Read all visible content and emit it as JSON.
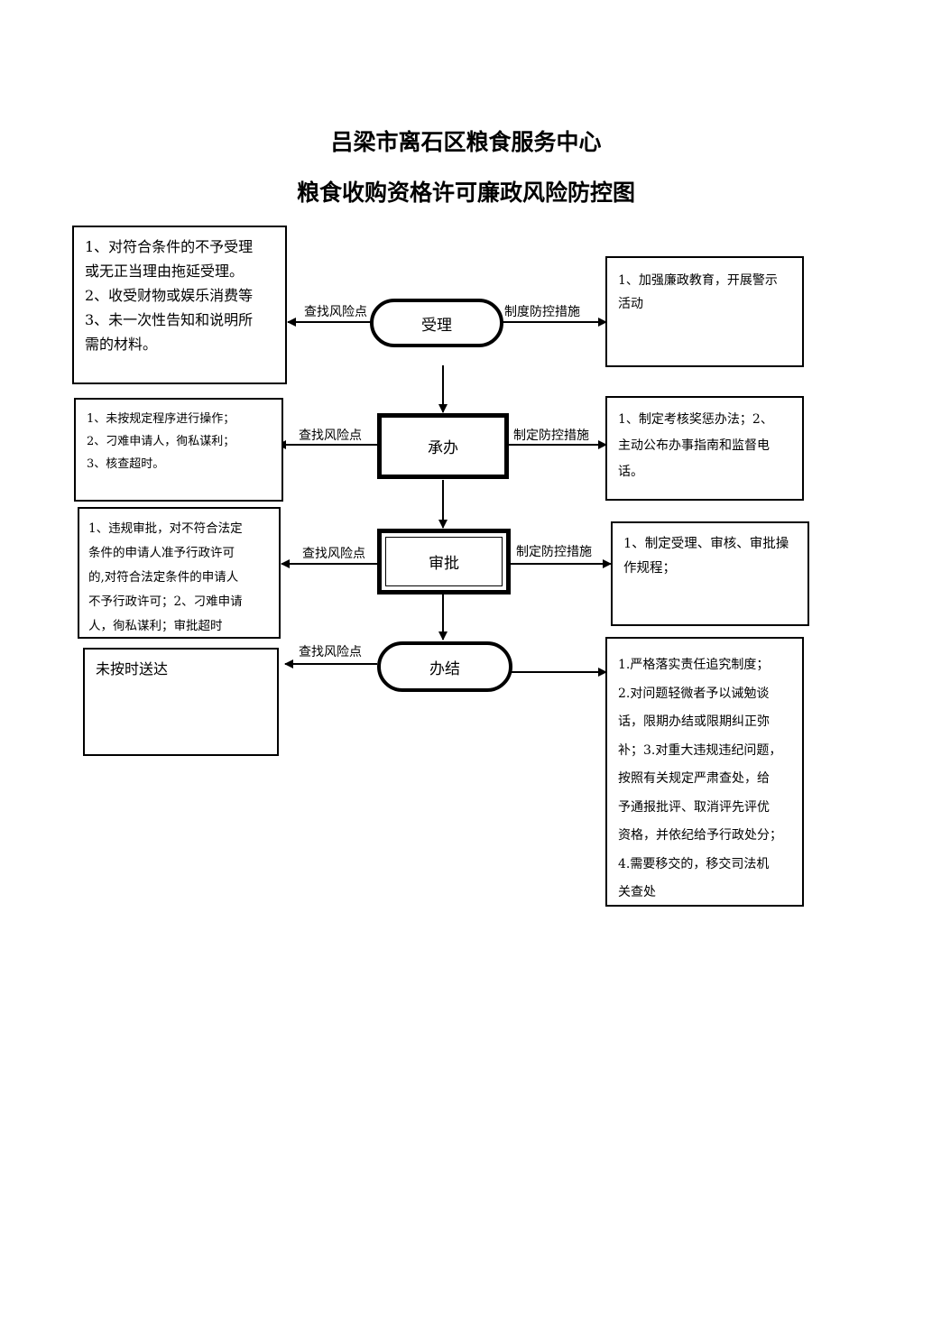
{
  "title": {
    "line1": "吕梁市离石区粮食服务中心",
    "line2": "粮食收购资格许可廉政风险防控图"
  },
  "steps": {
    "accept": "受理",
    "handle": "承办",
    "approve": "审批",
    "conclude": "办结"
  },
  "labels": {
    "risk1": "查找风险点",
    "measure1": "制度防控措施",
    "risk2": "查找风险点",
    "measure2": "制定防控措施",
    "risk3": "查找风险点",
    "measure3": "制定防控措施",
    "risk4": "查找风险点"
  },
  "risks": {
    "accept": "1、对符合条件的不予受理\n或无正当理由拖延受理。\n2、收受财物或娱乐消费等\n3、未一次性告知和说明所\n需的材料。",
    "handle": "1、未按规定程序进行操作；\n2、刁难申请人，徇私谋利；\n3、核查超时。",
    "approve": "1、违规审批，对不符合法定\n条件的申请人准予行政许可\n的,对符合法定条件的申请人\n不予行政许可；2、刁难申请\n人，徇私谋利；审批超时",
    "conclude": "未按时送达"
  },
  "measures": {
    "accept": "1、加强廉政教育，开展警示\n活动",
    "handle": "1、制定考核奖惩办法；2、\n主动公布办事指南和监督电\n话。",
    "approve": "1、制定受理、审核、审批操\n作规程；",
    "conclude": "1.严格落实责任追究制度；\n2.对问题轻微者予以诫勉谈\n话，限期办结或限期纠正弥\n补；3.对重大违规违纪问题，\n按照有关规定严肃查处，给\n予通报批评、取消评先评优\n资格，并依纪给予行政处分；\n4.需要移交的，移交司法机\n关查处"
  }
}
